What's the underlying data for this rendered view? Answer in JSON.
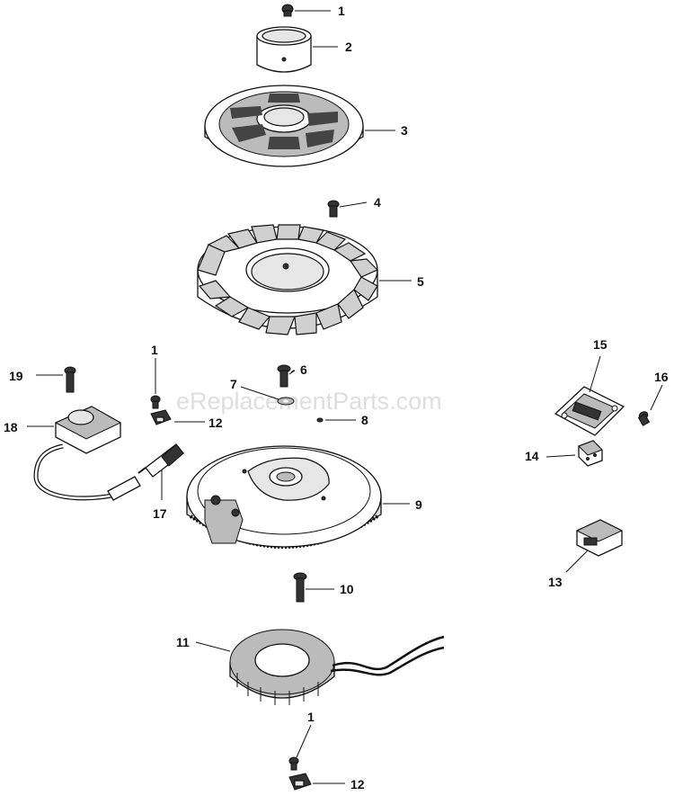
{
  "watermark": "eReplacementParts.com",
  "callouts": {
    "c1_top": "1",
    "c2": "2",
    "c3": "3",
    "c4": "4",
    "c5": "5",
    "c1_mid": "1",
    "c6": "6",
    "c7": "7",
    "c8": "8",
    "c9": "9",
    "c10": "10",
    "c11": "11",
    "c12_mid": "12",
    "c12_bottom": "12",
    "c13": "13",
    "c14": "14",
    "c15": "15",
    "c16": "16",
    "c17": "17",
    "c18": "18",
    "c19": "19",
    "c1_bottom": "1"
  }
}
